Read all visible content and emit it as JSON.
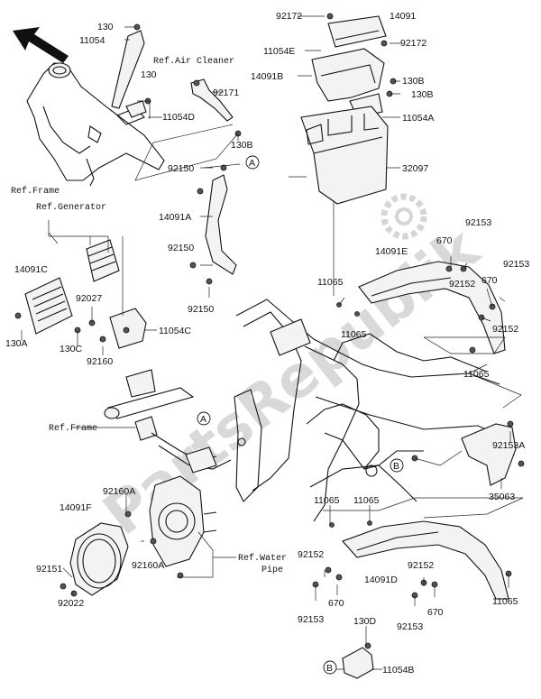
{
  "watermark": "PartsRepublik",
  "refs": {
    "air_cleaner": "Ref.Air Cleaner",
    "frame_top": "Ref.Frame",
    "generator": "Ref.Generator",
    "frame_mid": "Ref.Frame",
    "water_pipe_1": "Ref.Water",
    "water_pipe_2": "Pipe"
  },
  "callouts": {
    "a": "A",
    "b": "B"
  },
  "labels": {
    "p130_top": "130",
    "p11054": "11054",
    "p130_b": "130",
    "p11054D": "11054D",
    "p92171": "92171",
    "p130B_a": "130B",
    "p92172_a": "92172",
    "p14091": "14091",
    "p11054E": "11054E",
    "p92172_b": "92172",
    "p14091B": "14091B",
    "p130B_b": "130B",
    "p130B_c": "130B",
    "p11054A": "11054A",
    "p32097": "32097",
    "p92150_a": "92150",
    "p14091A": "14091A",
    "p92150_b": "92150",
    "p92150_c": "92150",
    "p14091C": "14091C",
    "p92027": "92027",
    "p130A": "130A",
    "p130C": "130C",
    "p92160": "92160",
    "p11054C": "11054C",
    "p92153_a": "92153",
    "p14091E": "14091E",
    "p670_a": "670",
    "p92153_b": "92153",
    "p11065_a": "11065",
    "p92152_a": "92152",
    "p670_b": "670",
    "p11065_b": "11065",
    "p92152_b": "92152",
    "p11065_c": "11065",
    "p92153A": "92153A",
    "p35063": "35063",
    "p92160A_a": "92160A",
    "p14091F": "14091F",
    "p92160A_b": "92160A",
    "p92151": "92151",
    "p92022": "92022",
    "p11065_d": "11065",
    "p11065_e": "11065",
    "p92152_c": "92152",
    "p14091D": "14091D",
    "p92152_d": "92152",
    "p670_c": "670",
    "p670_d": "670",
    "p92153_c": "92153",
    "p92153_d": "92153",
    "p11065_f": "11065",
    "p130D": "130D",
    "p11054B": "11054B"
  },
  "icons": {
    "direction": "front-direction-arrow-icon",
    "gear": "gear-icon"
  }
}
